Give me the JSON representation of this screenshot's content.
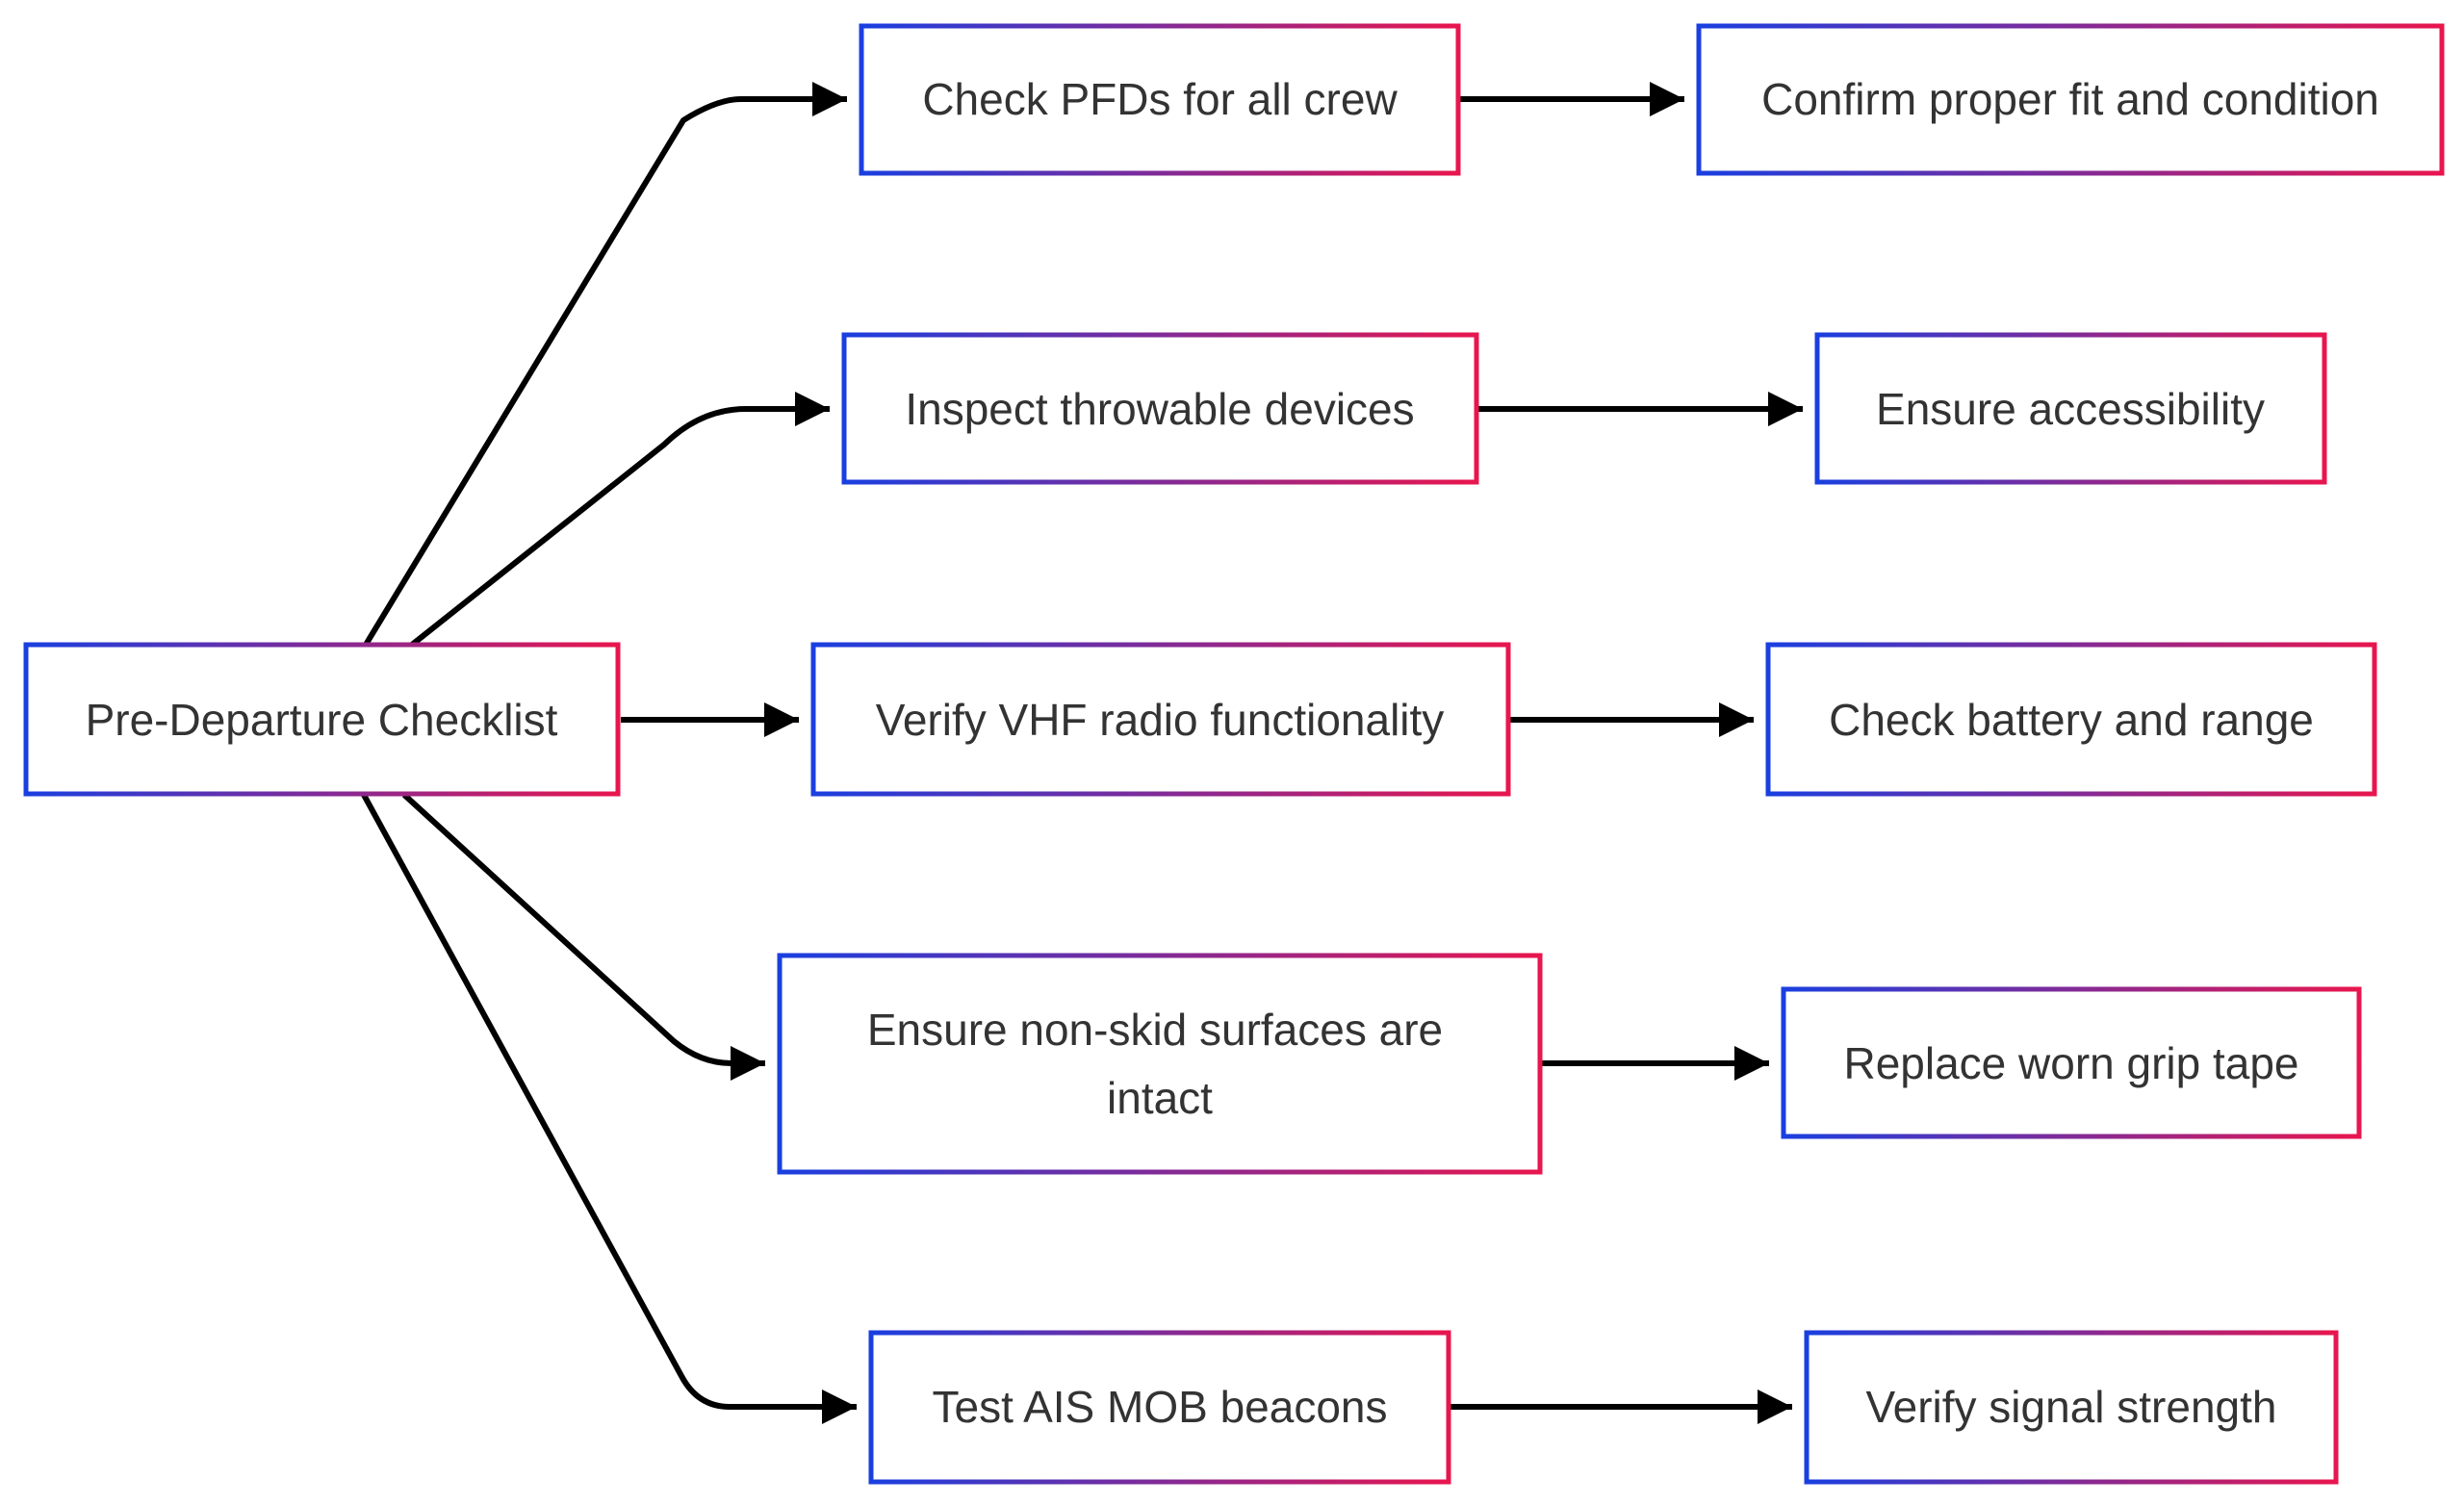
{
  "diagram": {
    "border_gradient": {
      "start": "#1a3fe0",
      "end": "#e8164e"
    },
    "edge_color": "#000000",
    "text_color": "#333333",
    "root": {
      "label": "Pre-Departure Checklist"
    },
    "items": [
      {
        "label": "Check PFDs for all crew",
        "followup": "Confirm proper fit and condition"
      },
      {
        "label": "Inspect throwable devices",
        "followup": "Ensure accessibility"
      },
      {
        "label": "Verify VHF radio functionality",
        "followup": "Check battery and range"
      },
      {
        "label": "Ensure non-skid surfaces are intact",
        "label_lines": [
          "Ensure non-skid surfaces are",
          "intact"
        ],
        "followup": "Replace worn grip tape"
      },
      {
        "label": "Test AIS MOB beacons",
        "followup": "Verify signal strength"
      }
    ]
  }
}
